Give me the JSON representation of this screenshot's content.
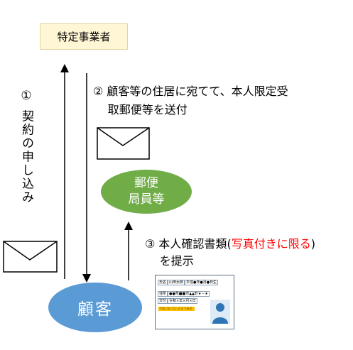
{
  "business_box": {
    "label": "特定事業者"
  },
  "step1": {
    "label": "① 契約の申し込み"
  },
  "step2": {
    "line1": "② 顧客等の住居に宛てて、本人限定受",
    "line2": "取郵便等を送付"
  },
  "postal": {
    "line1": "郵便",
    "line2": "局員等"
  },
  "step3": {
    "lead": "③ 本人確認書類",
    "paren_open": "(",
    "red_text": "写真付きに限る",
    "paren_close": ")",
    "line2": "を提示"
  },
  "customer": {
    "label": "顧客"
  },
  "id_card": {
    "name_label": "氏名",
    "name_value": "山田太郎",
    "birth_value": "平成●年●月●日生",
    "address_label": "住所",
    "address_value": "●●県■■市▲▲町★－★",
    "issue_label": "交付",
    "issue_value": "令和×年×月×日",
    "highlight_text": "令和○年○月○日まで有効"
  },
  "colors": {
    "green": "#70ad47",
    "blue": "#5b9bd5",
    "box_fill": "#fff6d5",
    "red": "#ff0000"
  },
  "icons": [
    "envelope-icon",
    "envelope-icon",
    "person-photo-icon"
  ]
}
